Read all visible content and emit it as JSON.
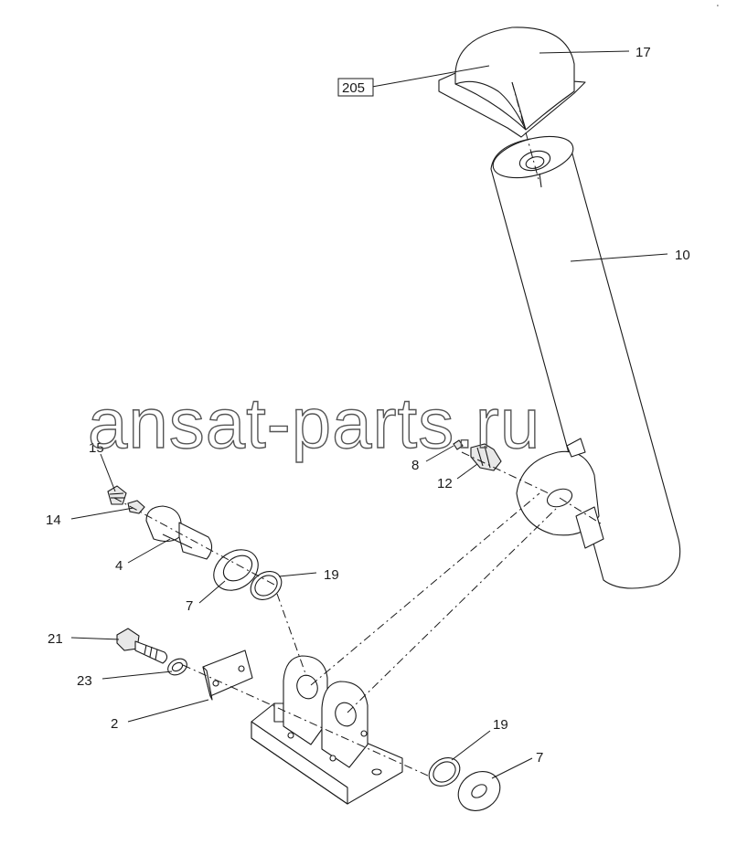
{
  "watermark": "ansat-parts.ru",
  "corner_mark": "ᵉ",
  "callouts": {
    "c205": "205",
    "c17": "17",
    "c10": "10",
    "c15": "15",
    "c14": "14",
    "c4": "4",
    "c8": "8",
    "c12": "12",
    "c19a": "19",
    "c7a": "7",
    "c21": "21",
    "c23": "23",
    "c2": "2",
    "c19b": "19",
    "c7b": "7"
  }
}
